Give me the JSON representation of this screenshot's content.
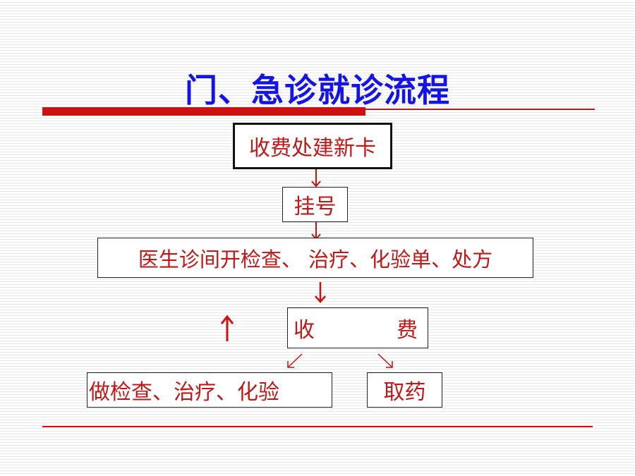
{
  "title": "门、急诊就诊流程",
  "steps": {
    "new_card": "收费处建新卡",
    "register": "挂号",
    "doctor": "医生诊间开检查、 治疗、化验单、处方",
    "payment_left": "收",
    "payment_right": "费",
    "exam": "做检查、治疗、化验",
    "medicine": "取药"
  },
  "colors": {
    "title": "#1414e6",
    "accent": "#cc1111",
    "step_text": "#c01818"
  }
}
